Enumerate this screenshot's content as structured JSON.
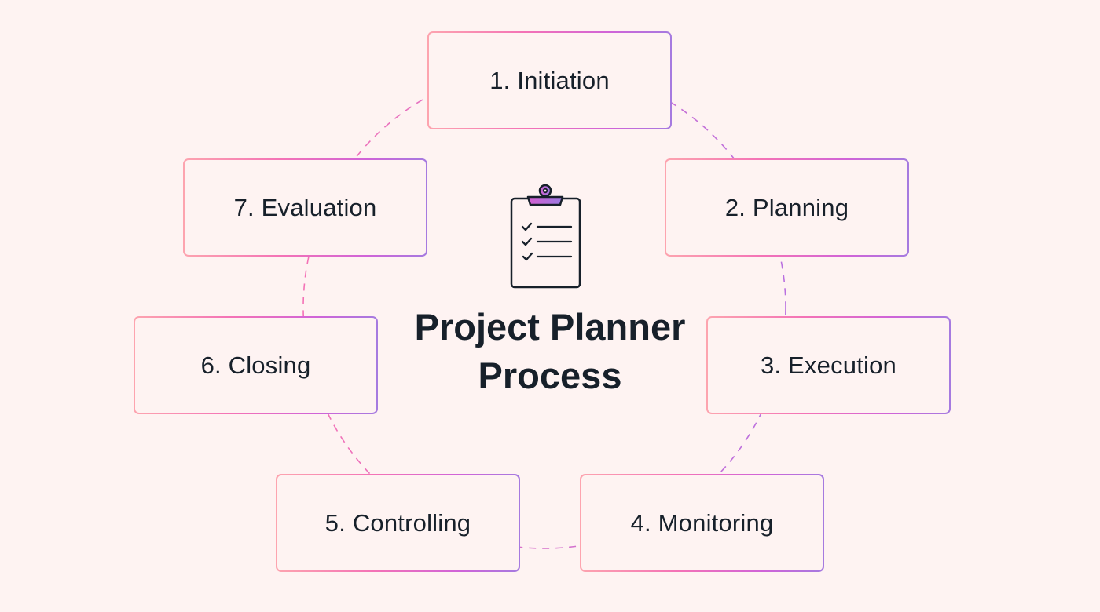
{
  "title": {
    "line1": "Project Planner",
    "line2": "Process"
  },
  "icon": "clipboard-checklist-icon",
  "colors": {
    "background": "#fef3f2",
    "gradient_start": "#fda4af",
    "gradient_mid": "#f472b6",
    "gradient_end": "#a57ae0",
    "text": "#17202a"
  },
  "steps": [
    {
      "label": "1. Initiation"
    },
    {
      "label": "2. Planning"
    },
    {
      "label": "3. Execution"
    },
    {
      "label": "4. Monitoring"
    },
    {
      "label": "5. Controlling"
    },
    {
      "label": "6. Closing"
    },
    {
      "label": "7. Evaluation"
    }
  ]
}
